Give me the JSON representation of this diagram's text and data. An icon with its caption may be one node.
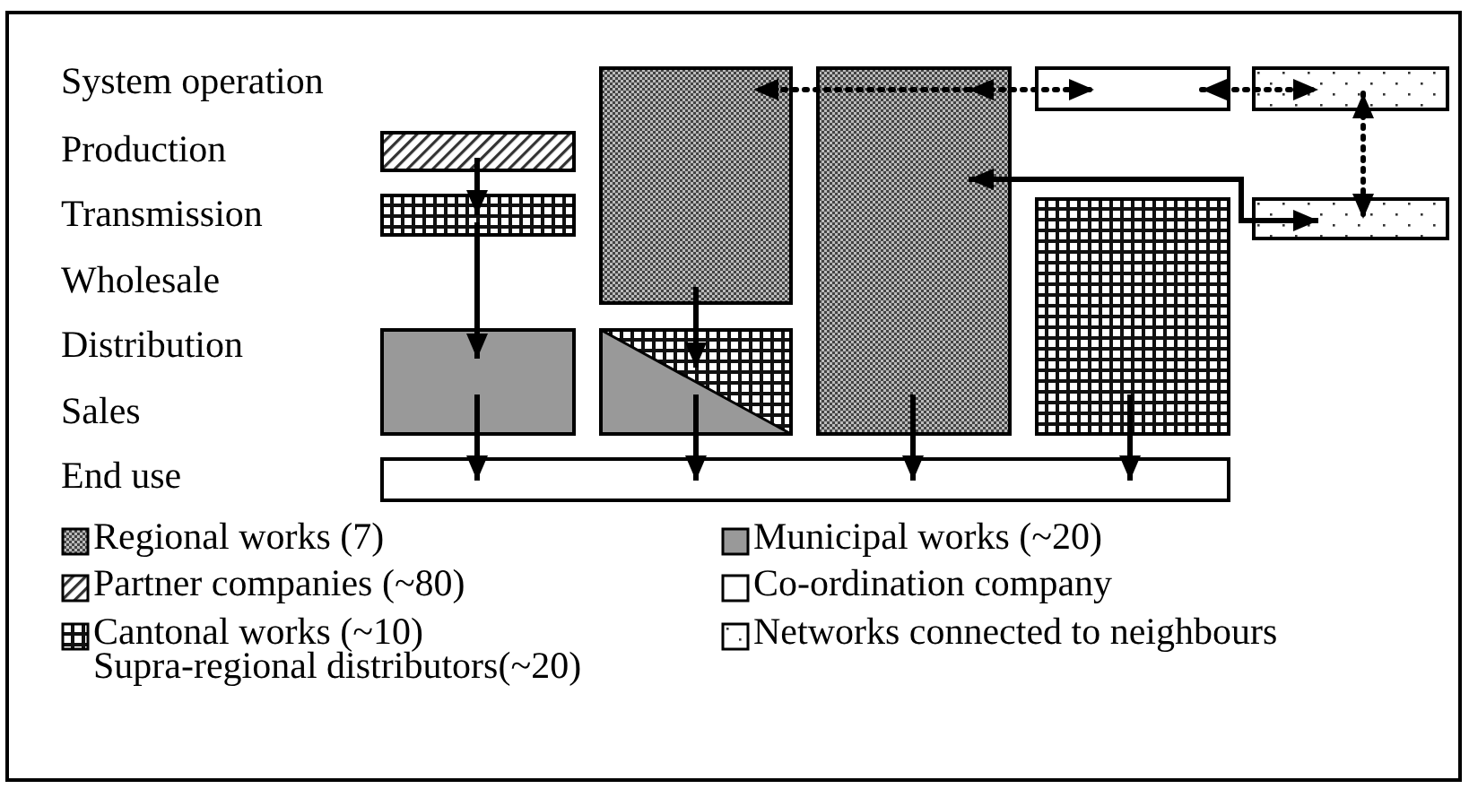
{
  "diagram": {
    "nodes": [
      {
        "text": [],
        "shape": "box"
      },
      {
        "text": [],
        "shape": "box"
      },
      {
        "text": [],
        "shape": "box"
      },
      {
        "text": [],
        "shape": "box"
      },
      {
        "text": [],
        "shape": "box"
      },
      {
        "text": [],
        "shape": "box"
      },
      {
        "text": [],
        "shape": "box"
      },
      {
        "text": [],
        "shape": "box"
      },
      {
        "text": [],
        "shape": "box"
      },
      {
        "text": [],
        "shape": "box"
      },
      {
        "text": [],
        "shape": "box"
      }
    ],
    "edges": [
      {
        "from": 0,
        "to": 1,
        "arrow": "to"
      },
      {
        "from": 1,
        "to": 2,
        "arrow": "to"
      },
      {
        "from": 3,
        "to": 4,
        "arrow": "to"
      },
      {
        "from": 2,
        "to": 10,
        "arrow": "to"
      },
      {
        "from": 4,
        "to": 10,
        "arrow": "to"
      },
      {
        "from": 5,
        "to": 10,
        "arrow": "to"
      },
      {
        "from": 7,
        "to": 10,
        "arrow": "to"
      },
      {
        "from": 5,
        "to": 3,
        "arrow": "to",
        "style": "dashed"
      },
      {
        "from": 5,
        "to": 6,
        "arrow": "both",
        "style": "dashed"
      },
      {
        "from": 6,
        "to": 8,
        "arrow": "both",
        "style": "dashed"
      },
      {
        "from": 8,
        "to": 9,
        "arrow": "both",
        "style": "dashed"
      },
      {
        "from": 5,
        "to": 9,
        "arrow": "both"
      }
    ],
    "labels": [
      "System operation",
      "Production",
      "Transmission",
      "Wholesale",
      "Distribution",
      "Sales",
      "End use"
    ],
    "legend": [
      {
        "text": "Regional works (7)"
      },
      {
        "text": "Municipal works (~20)",
        "color": "#999999"
      },
      {
        "text": "Partner companies (~80)"
      },
      {
        "text": "Co-ordination company"
      },
      {
        "text": "Cantonal works (~10) Supra-regional distributors(~20)"
      },
      {
        "text": "Networks connected to neighbours"
      }
    ]
  }
}
